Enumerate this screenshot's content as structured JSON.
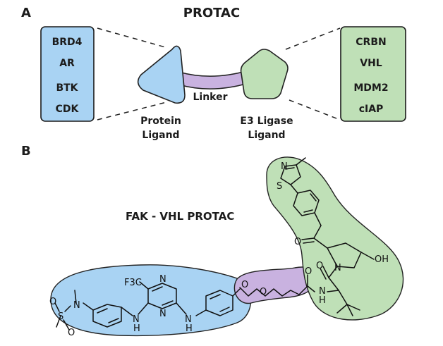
{
  "panel_a": {
    "label": "A",
    "title": "PROTAC",
    "targets": [
      "BRD4",
      "AR",
      "BTK",
      "CDK"
    ],
    "e3_ligases": [
      "CRBN",
      "VHL",
      "MDM2",
      "cIAP"
    ],
    "linker_label": "Linker",
    "protein_ligand_label": [
      "Protein",
      "Ligand"
    ],
    "e3_ligand_label": [
      "E3 Ligase",
      "Ligand"
    ],
    "colors": {
      "protein": "#a9d3f3",
      "linker": "#c9b2e0",
      "e3": "#bfe0b7"
    }
  },
  "panel_b": {
    "label": "B",
    "title": "FAK - VHL PROTAC",
    "atoms": {
      "n_thiazole": "N",
      "s_thiazole": "S",
      "o_ketone": "O",
      "o_amide": "O",
      "n_pyrrolidine": "N",
      "oh": "OH",
      "o_ester": "O",
      "nh_amide": "N",
      "h_amide": "H",
      "o_ether1": "O",
      "o_ether2": "O",
      "cf3": "F3C",
      "n_pyr1": "N",
      "n_pyr2": "N",
      "nh1": "N",
      "h1": "H",
      "nh2": "N",
      "h2": "H",
      "n_sulfonamide": "N",
      "s_sulfonyl": "S",
      "o_sulfonyl1": "O",
      "o_sulfonyl2": "O"
    },
    "colors": {
      "fak": "#a9d3f3",
      "linker": "#c9b2e0",
      "vhl": "#bfe0b7"
    }
  }
}
